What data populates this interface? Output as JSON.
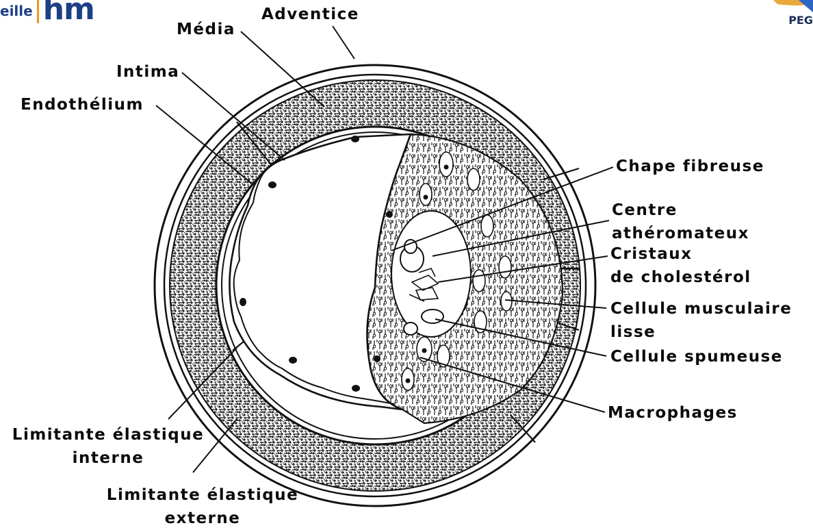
{
  "branding": {
    "left_word": "eille",
    "left_logo": "hm",
    "right_text": "PEG"
  },
  "labels": {
    "adventice": "Adventice",
    "media": "Média",
    "intima": "Intima",
    "endothelium": "Endothélium",
    "chape_fibreuse": "Chape fibreuse",
    "centre_atheromateux": [
      "Centre",
      "athéromateux"
    ],
    "cristaux_cholesterol": [
      "Cristaux",
      "de cholestérol"
    ],
    "cellule_musculaire_lisse": [
      "Cellule musculaire",
      "lisse"
    ],
    "cellule_spumeuse": "Cellule spumeuse",
    "macrophages": "Macrophages",
    "limitante_interne": [
      "Limitante élastique",
      "interne"
    ],
    "limitante_externe": [
      "Limitante élastique",
      "externe"
    ]
  }
}
